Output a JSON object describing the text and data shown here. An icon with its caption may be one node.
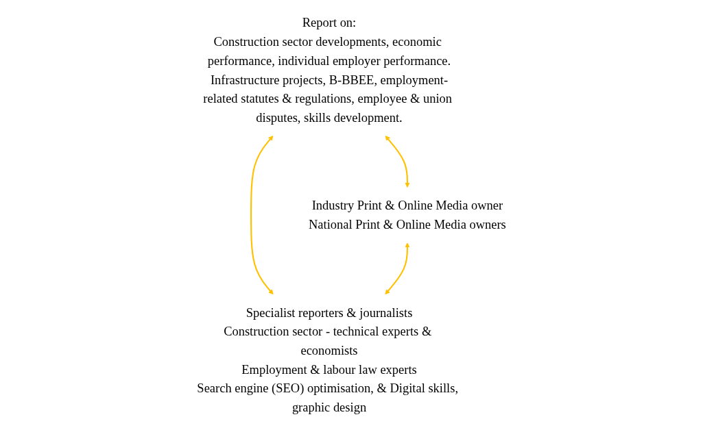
{
  "diagram": {
    "nodes": [
      {
        "text": [
          "Report on:",
          "Construction sector developments, economic performance, individual employer performance.",
          "Infrastructure projects, B-BBEE, employment-related statutes & regulations, employee & union disputes, skills development."
        ]
      },
      {
        "text": [
          "Industry Print & Online Media owner",
          "National Print & Online Media owners"
        ]
      },
      {
        "text": [
          "Specialist reporters & journalists",
          "Construction sector - technical experts & economists",
          "Employment & labour law experts",
          "Search engine (SEO) optimisation, & Digital skills, graphic design"
        ]
      }
    ],
    "edges": [
      {
        "from": 0,
        "to": 1,
        "arrow": "both"
      },
      {
        "from": 0,
        "to": 2,
        "arrow": "both"
      },
      {
        "from": 1,
        "to": 2,
        "arrow": "both"
      }
    ]
  }
}
